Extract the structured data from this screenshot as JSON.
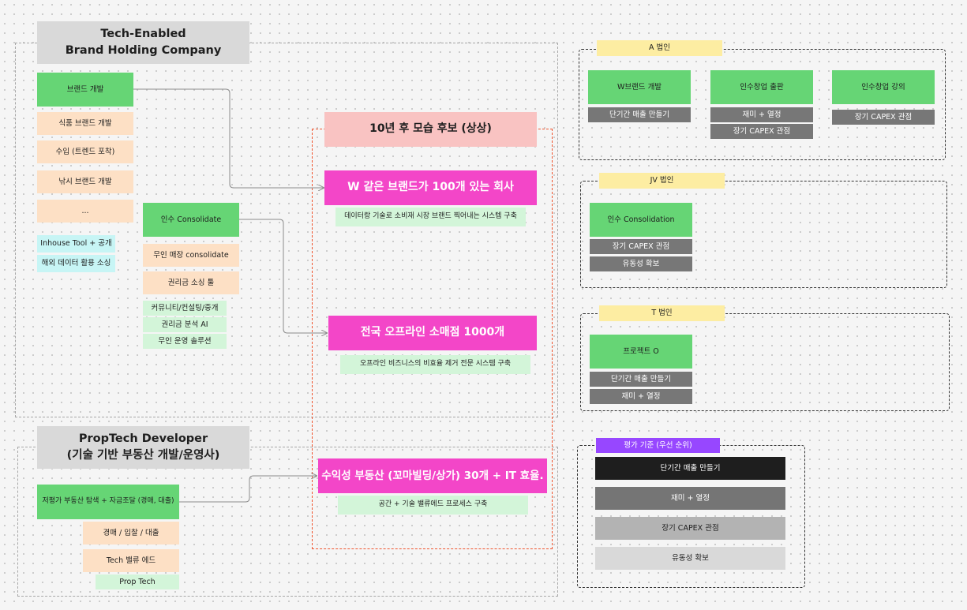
{
  "holding": {
    "title_line1": "Tech-Enabled",
    "title_line2": "Brand Holding Company",
    "brand_dev": "브랜드 개발",
    "brand_items": [
      "식품 브랜드 개발",
      "수입 (트렌드 포착)",
      "낚시 브랜드 개발",
      "..."
    ],
    "tools": [
      "Inhouse Tool + 공개",
      "해외 데이터 활용 소싱"
    ],
    "consolidate": "인수 Consolidate",
    "consolidate_items": [
      "무인 매장 consolidate",
      "권리금 소싱 툴"
    ],
    "consolidate_subitems": [
      "커뮤니티/컨설팅/중개",
      "권리금 분석 AI",
      "무인 운영 솔루션"
    ]
  },
  "proptech": {
    "title_line1": "PropTech Developer",
    "title_line2": "(기술 기반 부동산 개발/운영사)",
    "main": "저평가 부동산 탐색 + 자금조달 (경매, 대출)",
    "items": [
      "경매 / 입찰 / 대출",
      "Tech 밸류 에드"
    ],
    "tag": "Prop Tech"
  },
  "future": {
    "title": "10년 후 모습 후보 (상상)",
    "goals": [
      {
        "title": "W 같은 브랜드가 100개 있는 회사",
        "desc": "데이터랑 기술로 소비재 시장 브랜드 찍어내는 시스템 구축"
      },
      {
        "title": "전국 오프라인 소매점 1000개",
        "desc": "오프라인 비즈니스의 비효율 제거 전문 시스템 구축"
      },
      {
        "title": "수익성 부동산 (꼬마빌딩/상가) 30개 + IT 효율.",
        "desc": "공간 + 기술 밸류에드 프로세스 구축"
      }
    ]
  },
  "entities": {
    "a": {
      "label": "A 법인",
      "cards": [
        {
          "title": "W브랜드 개발",
          "tags": [
            "단기간 매출 만들기"
          ]
        },
        {
          "title": "인수창업 출판",
          "tags": [
            "재미 + 열정",
            "장기 CAPEX 관점"
          ]
        },
        {
          "title": "인수창업 강의",
          "tags": [
            "장기 CAPEX 관점"
          ]
        }
      ]
    },
    "jv": {
      "label": "JV 법인",
      "card": {
        "title": "인수 Consolidation",
        "tags": [
          "장기 CAPEX 관점",
          "유동성 확보"
        ]
      }
    },
    "t": {
      "label": "T 법인",
      "card": {
        "title": "프로젝트 O",
        "tags": [
          "단기간 매출 만들기",
          "재미 + 열정"
        ]
      }
    }
  },
  "criteria": {
    "label": "평가 기준 (우선 순위)",
    "items": [
      "단기간 매출 만들기",
      "재미 + 열정",
      "장기 CAPEX 관점",
      "유동성 확보"
    ],
    "colors": [
      "#1e1e1e",
      "#757575",
      "#b3b3b3",
      "#d9d9d9"
    ]
  },
  "colors": {
    "pink": "#f346c8",
    "green": "#66d575",
    "light_green": "#d3f5d9",
    "peach": "#fde0c5",
    "purple": "#9747ff",
    "yellow": "#fdeda2",
    "red_dash": "#f0542e"
  }
}
